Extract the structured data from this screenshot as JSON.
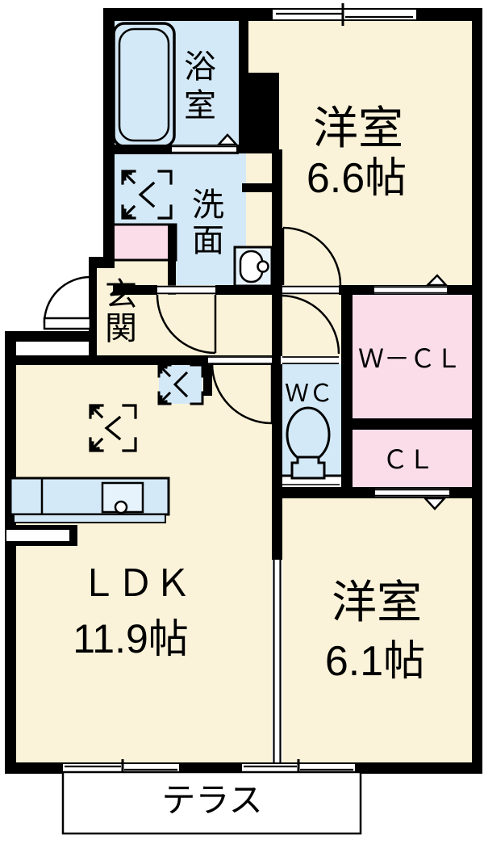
{
  "plan_title": "apartment-floor-plan",
  "rooms": {
    "bath": {
      "label_chars": [
        "浴",
        "室"
      ]
    },
    "washroom": {
      "label_chars": [
        "洗",
        "面"
      ]
    },
    "genkan": {
      "label_chars": [
        "玄",
        "関"
      ]
    },
    "bedroom1": {
      "name": "洋室",
      "size": "6.6帖"
    },
    "bedroom2": {
      "name": "洋室",
      "size": "6.1帖"
    },
    "ldk": {
      "name": "ＬＤＫ",
      "size": "11.9帖"
    },
    "wc": {
      "label": "ＷＣ"
    },
    "wcl": {
      "label": "Ｗ－ＣＬ"
    },
    "cl": {
      "label": "ＣＬ"
    },
    "terrace": {
      "label": "テラス"
    }
  },
  "icons": {
    "bathtub": "bathtub-icon",
    "sink": "sink-icon",
    "toilet": "toilet-icon",
    "kitchen_counter": "kitchen-counter-icon",
    "appliance_slot": "appliance-slot-icon",
    "refrigerator_slot": "refrigerator-slot-icon",
    "door_swing": "door-swing-arc-icon",
    "sliding_door": "sliding-door-marker-icon",
    "window": "window-sash-icon"
  },
  "colors": {
    "room_cream": "#FBF3D9",
    "water_blue": "#D4E9F7",
    "water_blue_light": "#E7F3FC",
    "closet_pink": "#FBDDE9",
    "wall_black": "#000000",
    "floor_white": "#FFFFFF"
  }
}
